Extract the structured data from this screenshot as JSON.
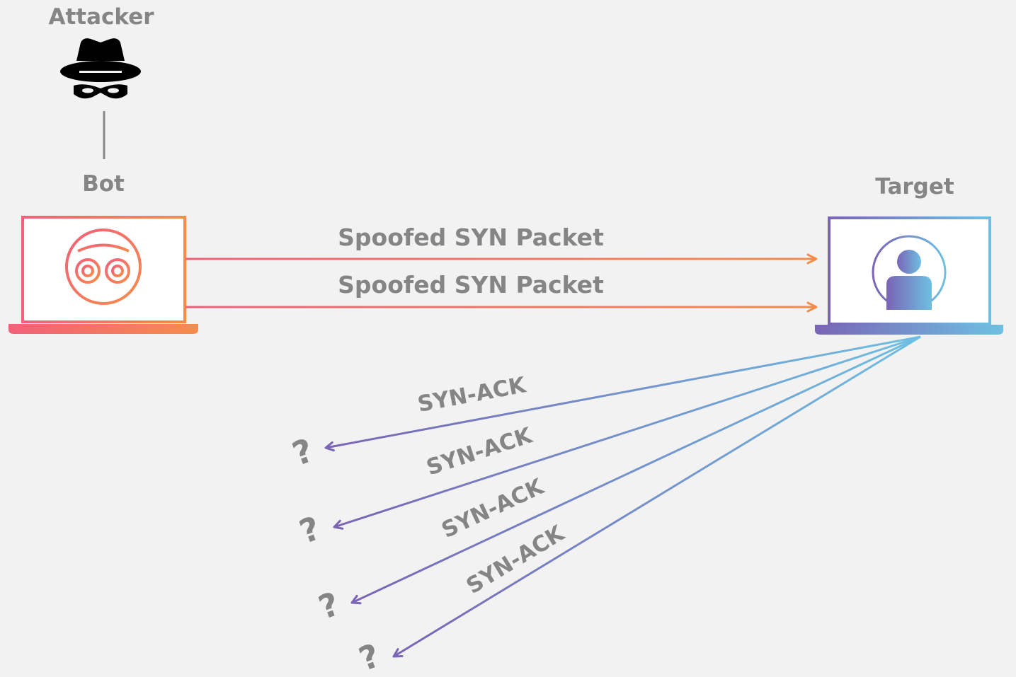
{
  "nodes": {
    "attacker": {
      "label": "Attacker",
      "icon": "spy-hat-icon"
    },
    "bot": {
      "label": "Bot",
      "icon": "robot-face-icon"
    },
    "target": {
      "label": "Target",
      "icon": "user-avatar-icon"
    }
  },
  "packets": [
    {
      "label": "Spoofed SYN Packet"
    },
    {
      "label": "Spoofed SYN Packet"
    }
  ],
  "responses": [
    {
      "label": "SYN-ACK",
      "destination": "?"
    },
    {
      "label": "SYN-ACK",
      "destination": "?"
    },
    {
      "label": "SYN-ACK",
      "destination": "?"
    },
    {
      "label": "SYN-ACK",
      "destination": "?"
    }
  ],
  "colors": {
    "background": "#f2f2f2",
    "label": "#858585",
    "bot_gradient": [
      "#f2607a",
      "#f48d4c"
    ],
    "target_gradient": [
      "#7a64b5",
      "#6ec0e2"
    ],
    "attacker_icon": "#000000"
  }
}
